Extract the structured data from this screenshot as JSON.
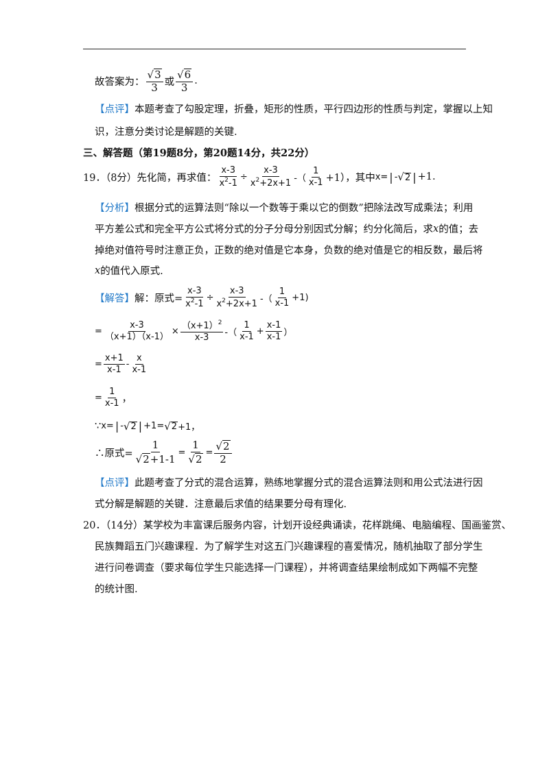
{
  "answer_prefix": "故答案为：",
  "answer_or": "或",
  "answer_end": ".",
  "a_n1": "3",
  "a_d1": "3",
  "a_n2": "6",
  "a_d2": "3",
  "pp1_tag": "【点评】",
  "pp1_line1": "本题考查了勾股定理，折叠，矩形的性质，平行四边形的性质与判定，掌握以上知",
  "pp1_line2": "识，注意分类讨论是解题的关键.",
  "section3": "三、解答题（第19题8分，第20题14分，共22分）",
  "q19_prefix": "19．（8分）先化简，再求值：",
  "q19_f1n": "x-3",
  "q19_f1d": "x",
  "q19_f1d2": "-1",
  "q19_sup": "2",
  "q19_div": "÷",
  "q19_f2n": "x-3",
  "q19_f2d": "x",
  "q19_f2d2": "+2x+1",
  "q19_minus": "-（",
  "q19_f3n": "1",
  "q19_f3d": "x-1",
  "q19_plus1": "+1），其中",
  "q19_x": "x=",
  "q19_bar": "|",
  "q19_neg": "-",
  "q19_two": "2",
  "q19_end": "+1.",
  "an_tag": "【分析】",
  "an_l1": "根据分式的运算法则“除以一个数等于乘以它的倒数”把除法改写成乘法；利用",
  "an_l2": "平方差公式和完全平方公式将分式的分子分母分别因式分解；约分化简后，求",
  "an_l2x": "x",
  "an_l2b": "的值；去",
  "an_l3": "掉绝对值符号时注意正负，正数的绝对值是它本身，负数的绝对值是它的相反数，最后将",
  "an_l4x": "x",
  "an_l4": "的值代入原式.",
  "sol_tag": "【解答】",
  "sol_prefix": "解：原式=",
  "s2_eq": "=",
  "s2_f1n": "x-3",
  "s2_f1d": "（x+1）（x-1）",
  "s2_times": "×",
  "s2_f2n": "（x+1）",
  "s2_f2n_sup": "2",
  "s2_f2d": "x-3",
  "s2_minus": "-（",
  "s2_f3n": "1",
  "s2_f3d": "x-1",
  "s2_plus": "+",
  "s2_f4n": "x-1",
  "s2_f4d": "x-1",
  "s2_close": "）",
  "s3_f1n": "x+1",
  "s3_f1d": "x-1",
  "s3_minus": "-",
  "s3_f2n": "x",
  "s3_f2d": "x-1",
  "s4_f1n": "1",
  "s4_f1d": "x-1",
  "s4_comma": "，",
  "s5_because": "∵",
  "s5_x": "x=",
  "s5_mid": "+1=",
  "s5_end": "+1，",
  "s6_therefore": "∴原式=",
  "s6_f1n": "1",
  "s6_f1d_tail": "+1-1",
  "s6_f2n": "1",
  "pp2_tag": "【点评】",
  "pp2_l1": "此题考查了分式的混合运算，熟练地掌握分式的混合运算法则和用公式法进行因",
  "pp2_l2": "式分解是解题的关键．注意最后求值的结果要分母有理化.",
  "q20_l1": "20．（14分）某学校为丰富课后服务内容，计划开设经典诵读，花样跳绳、电脑编程、国画鉴赏、",
  "q20_l2": "民族舞蹈五门兴趣课程．为了解学生对这五门兴趣课程的喜爱情况，随机抽取了部分学生",
  "q20_l3": "进行问卷调查（要求每位学生只能选择一门课程），并将调查结果绘制成如下两幅不完整",
  "q20_l4": "的统计图."
}
